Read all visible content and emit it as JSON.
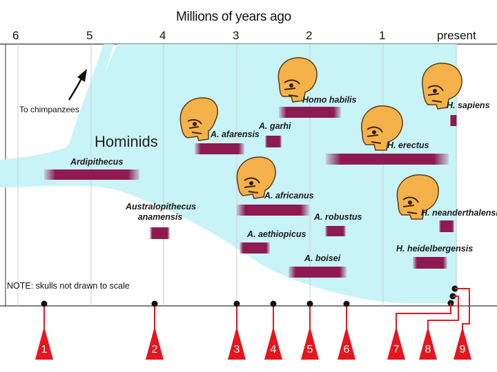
{
  "header": {
    "title": "Millions of years ago"
  },
  "axis_ticks": [
    "6",
    "5",
    "4",
    "3",
    "2",
    "1",
    "present"
  ],
  "labels": {
    "chimp": "To chimpanzees",
    "hominids": "Hominids",
    "note": "NOTE: skulls not drawn to scale"
  },
  "species": [
    {
      "name": "Ardipithecus"
    },
    {
      "name": "Australopithecus anamensis"
    },
    {
      "name": "A. afarensis"
    },
    {
      "name": "A. garhi"
    },
    {
      "name": "Homo habilis"
    },
    {
      "name": "A. africanus"
    },
    {
      "name": "A. aethiopicus"
    },
    {
      "name": "A. robustus"
    },
    {
      "name": "A. boisei"
    },
    {
      "name": "H. erectus"
    },
    {
      "name": "H. sapiens"
    },
    {
      "name": "H. neanderthalensis"
    },
    {
      "name": "H. heidelbergensis"
    }
  ],
  "markers": [
    "1",
    "2",
    "3",
    "4",
    "5",
    "6",
    "7",
    "8",
    "9"
  ],
  "colors": {
    "band": "#c8f3f7",
    "bar": "#8e1a50",
    "marker": "#e8151c",
    "skull": "#f6b24a",
    "grid": "#d0d0d0"
  }
}
